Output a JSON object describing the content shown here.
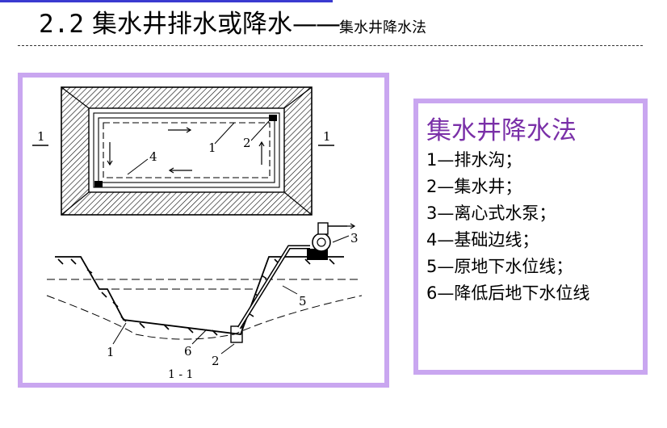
{
  "header": {
    "section_number": "2.2",
    "title": "集水井排水或降水",
    "dash": "——",
    "subtitle": "集水井降水法"
  },
  "figure": {
    "plan_view": {
      "section_mark_left": "1",
      "section_mark_right": "1",
      "label_1": "1",
      "label_2": "2",
      "label_4": "4"
    },
    "section_view": {
      "label_3": "3",
      "label_5": "5",
      "label_1": "1",
      "label_6": "6",
      "label_2": "2",
      "caption": "1 - 1"
    }
  },
  "legend": {
    "title": "集水井降水法",
    "items": [
      "1—排水沟；",
      "2—集水井；",
      "3—离心式水泵；",
      "4—基础边线；",
      "5—原地下水位线；",
      "6—降低后地下水位线"
    ]
  },
  "colors": {
    "frame": "#c9a6f0",
    "legend_title": "#7a30a8",
    "accent": "#3a3ad0"
  }
}
